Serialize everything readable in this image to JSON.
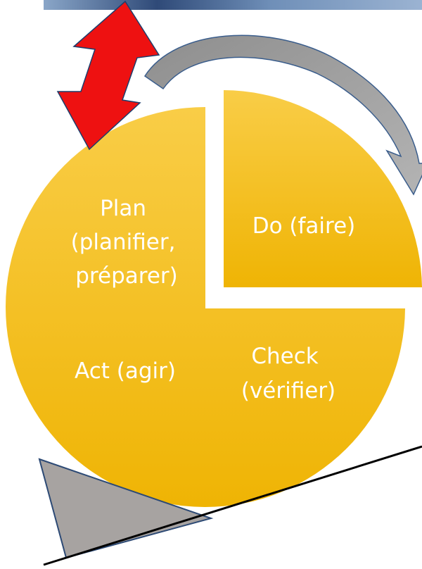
{
  "diagram": {
    "quadrants": {
      "plan": {
        "lines": [
          "Plan",
          "(planifier,",
          "préparer)"
        ]
      },
      "do": {
        "lines": [
          "Do (faire)"
        ]
      },
      "check": {
        "lines": [
          "Check",
          "(vérifier)"
        ]
      },
      "act": {
        "lines": [
          "Act (agir)"
        ]
      }
    }
  },
  "colors": {
    "disc_top": "#f9cd47",
    "disc_bottom": "#efb404",
    "label_text": "#ffffff",
    "banner": "#3f5b86",
    "double_arrow": "#ee1111",
    "curved_arrow": "#9e9e9e",
    "wedge": "#a7a3a1",
    "slope_line": "#000000"
  }
}
